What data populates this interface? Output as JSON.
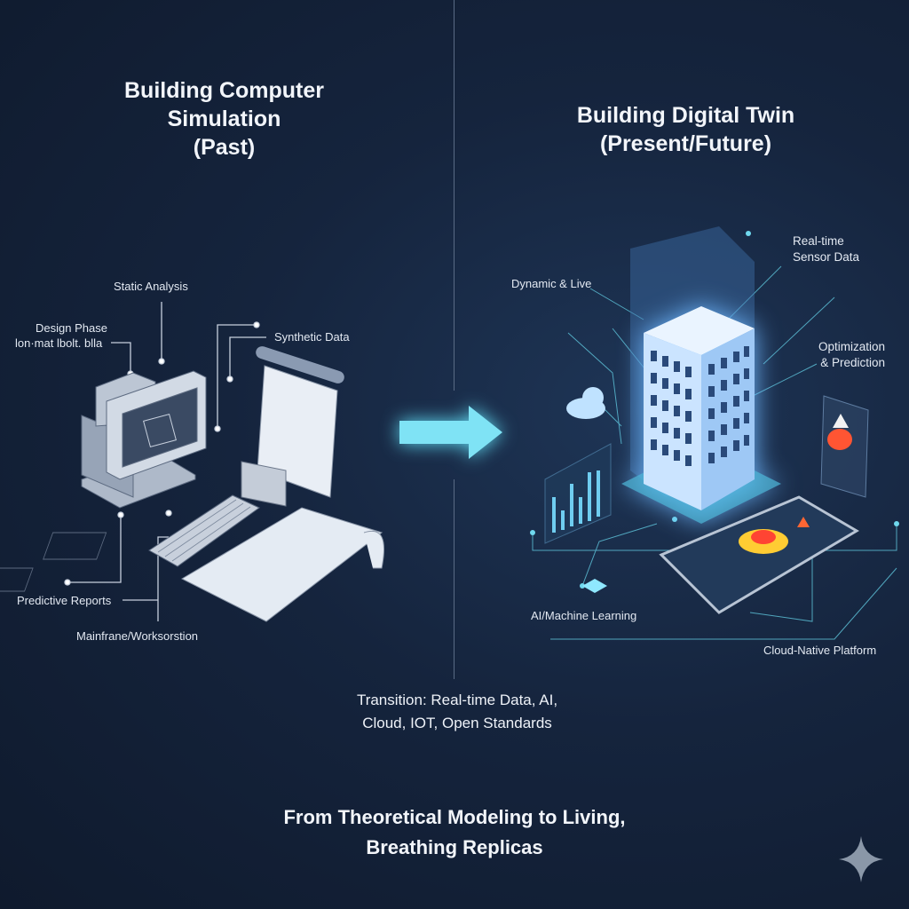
{
  "left": {
    "title_line1": "Building Computer",
    "title_line2": "Simulation",
    "title_line3": "(Past)",
    "labels": {
      "static_analysis": "Static Analysis",
      "design_phase": "Design Phase",
      "design_sub": "lon·mat lbolt. blla",
      "synthetic_data": "Synthetic Data",
      "predictive_reports": "Predictive Reports",
      "mainframe": "Mainfrane/Worksorstion"
    }
  },
  "right": {
    "title_line1": "Building Digital Twin",
    "title_line2": "(Present/Future)",
    "labels": {
      "realtime_1": "Real-time",
      "realtime_2": "Sensor Data",
      "dynamic": "Dynamic & Live",
      "optimization_1": "Optimization",
      "optimization_2": "& Prediction",
      "ai_ml": "AI/Machine Learning",
      "cloud_native": "Cloud-Native Platform"
    }
  },
  "transition": {
    "line1": "Transition: Real-time Data, AI,",
    "line2": "Cloud, IOT, Open Standards"
  },
  "footer": {
    "line1": "From Theoretical Modeling to Living,",
    "line2": "Breathing Replicas"
  },
  "colors": {
    "background": "#15243d",
    "accent": "#5fd8f0",
    "building": "#b8dcff"
  }
}
